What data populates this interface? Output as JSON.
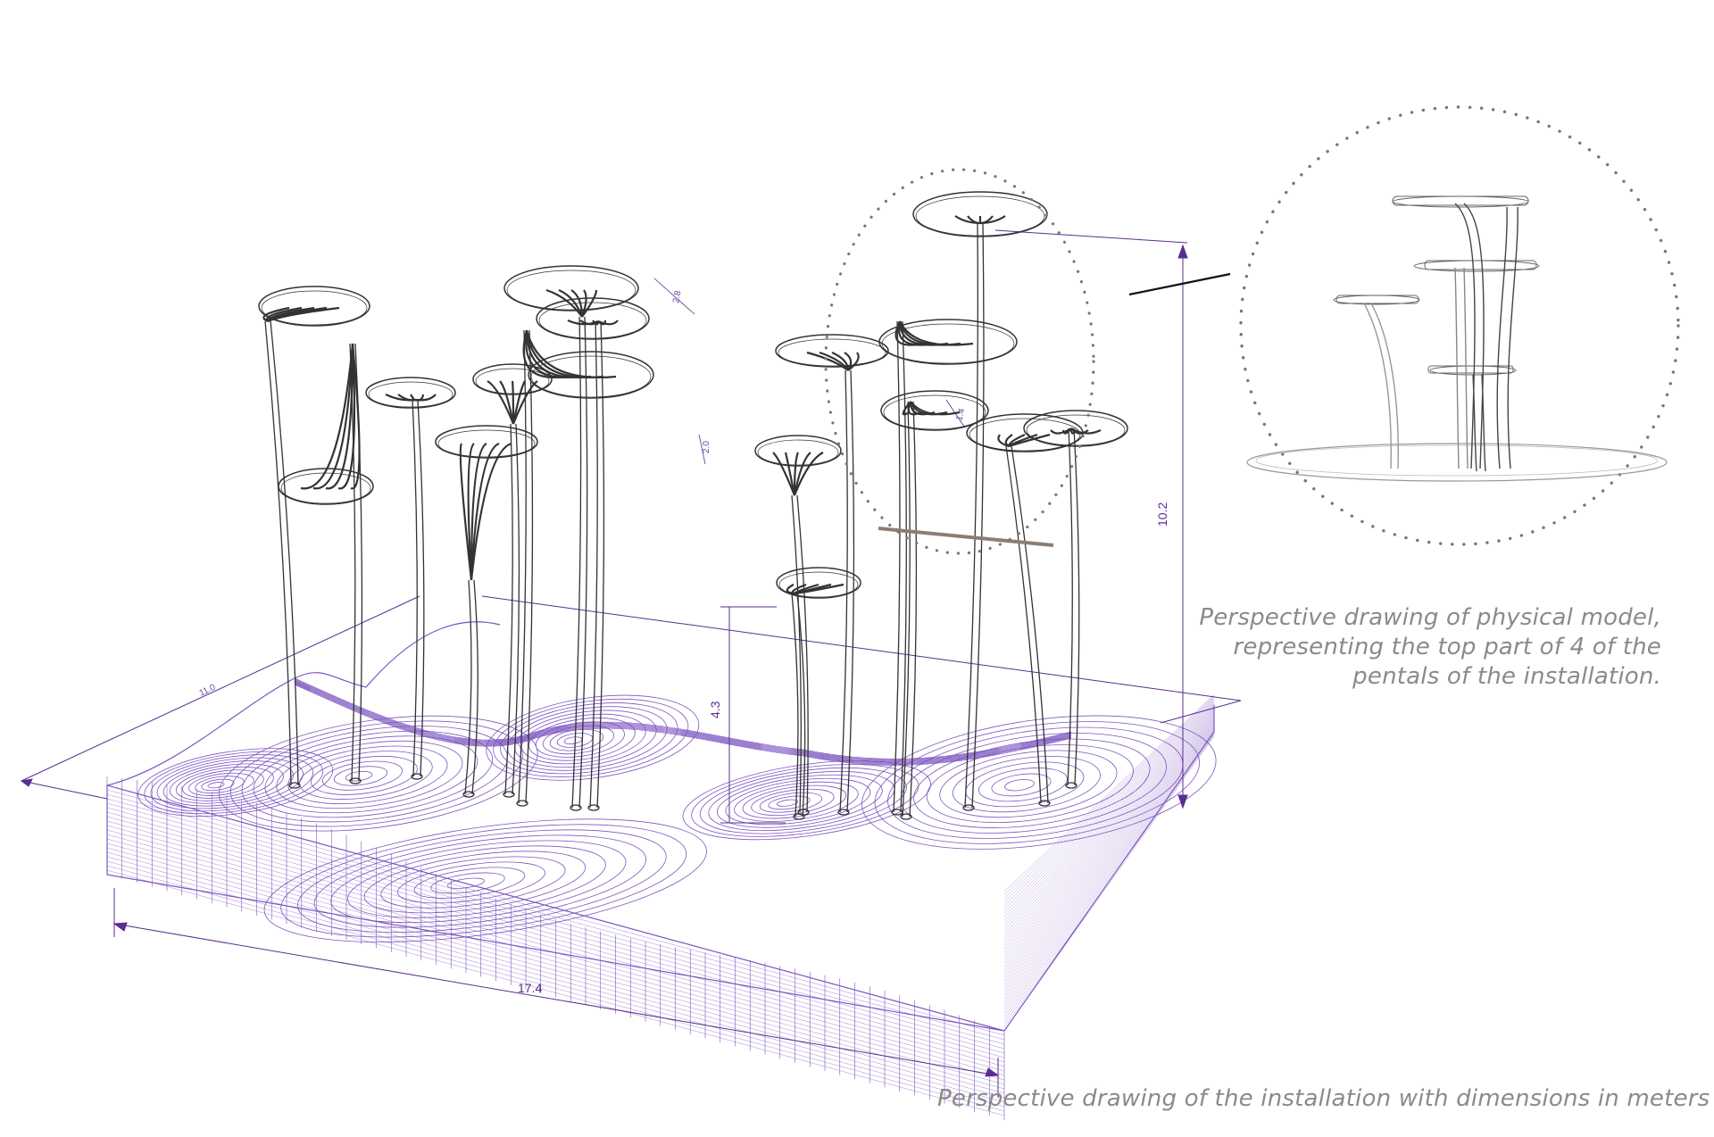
{
  "captions": {
    "model": [
      "Perspective drawing of physical model,",
      "representing the top part of 4 of the",
      "pentals of the installation."
    ],
    "installation": "Perspective drawing of the installation with dimensions in meters"
  },
  "dimensions": {
    "length": "17.4",
    "height": "10.2",
    "terrain_depth": "4.3",
    "width": "11.0",
    "leaf_width": "2.8",
    "leaf_small_a": "2.0",
    "leaf_small_b": "1.4"
  },
  "colors": {
    "terrain": "#7d55c0",
    "dimension": "#5a2d91",
    "line_art": "#333333",
    "caption": "#8a8a86",
    "dot_circle": "#777777",
    "section_cut": "#8b7d74"
  }
}
